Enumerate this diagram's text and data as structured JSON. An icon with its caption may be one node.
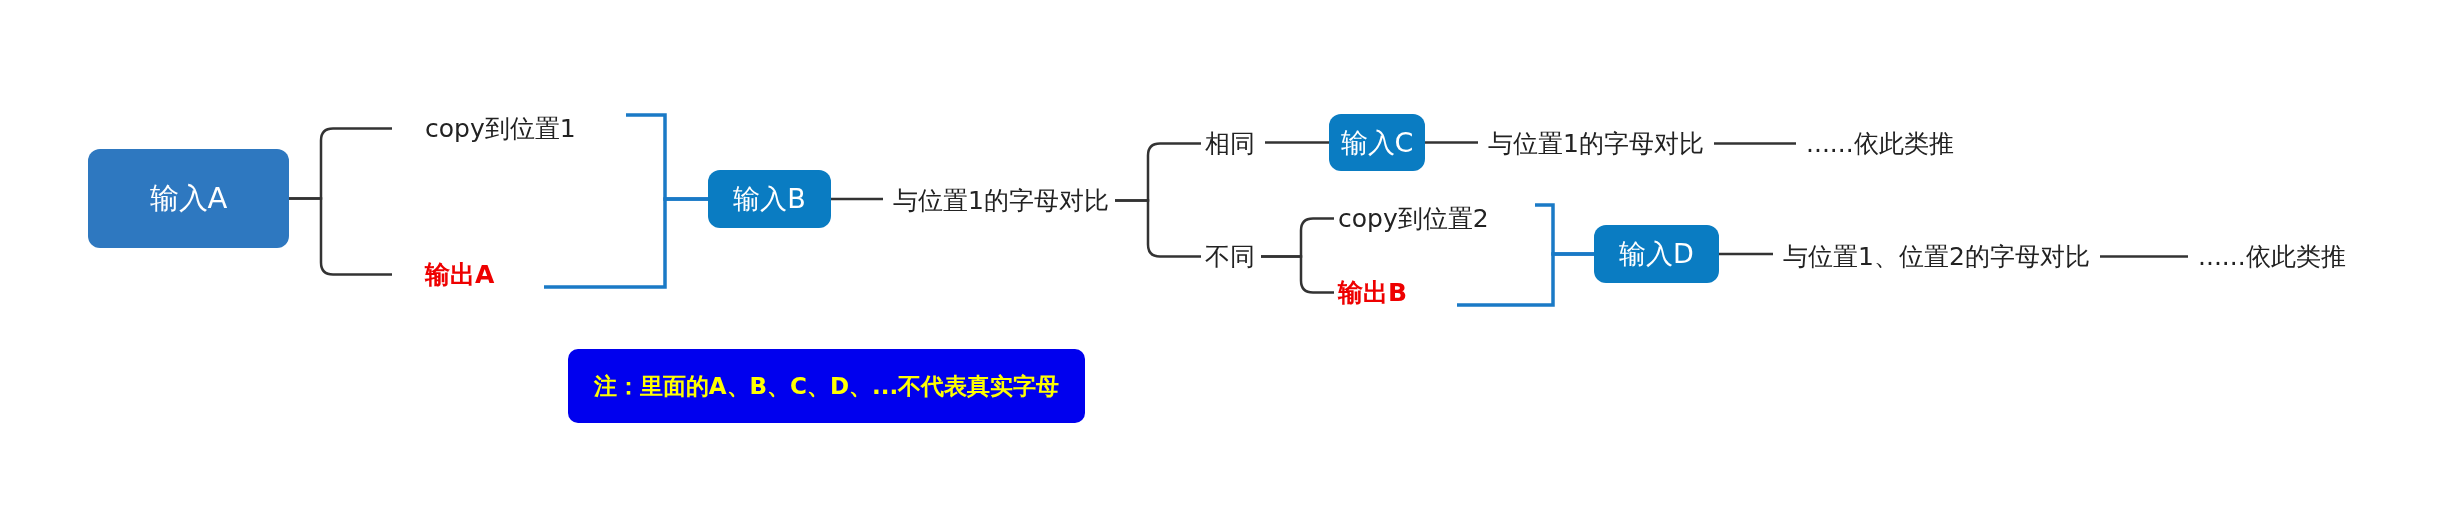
{
  "diagram": {
    "nodes": [
      {
        "text": [
          "输入A"
        ]
      },
      {
        "text": [
          "copy到位置1"
        ]
      },
      {
        "text": [
          "输出A"
        ]
      },
      {
        "text": [
          "输入B"
        ]
      },
      {
        "text": [
          "与位置1的字母对比"
        ]
      },
      {
        "text": [
          "相同"
        ]
      },
      {
        "text": [
          "输入C"
        ]
      },
      {
        "text": [
          "与位置1的字母对比"
        ]
      },
      {
        "text": [
          "......依此类推"
        ]
      },
      {
        "text": [
          "不同"
        ]
      },
      {
        "text": [
          "copy到位置2"
        ]
      },
      {
        "text": [
          "输出B"
        ]
      },
      {
        "text": [
          "输入D"
        ]
      },
      {
        "text": [
          "与位置1、位置2的字母对比"
        ]
      },
      {
        "text": [
          "......依此类推"
        ]
      },
      {
        "text": [
          "注：里面的A、B、C、D、...不代表真实字母"
        ]
      }
    ],
    "edges": [
      {
        "from": 0,
        "to": 1,
        "arrow": "none"
      },
      {
        "from": 0,
        "to": 2,
        "arrow": "none"
      },
      {
        "from": 1,
        "to": 3,
        "arrow": "none",
        "color": "#1a7ac6"
      },
      {
        "from": 2,
        "to": 3,
        "arrow": "none",
        "color": "#1a7ac6"
      },
      {
        "from": 3,
        "to": 4,
        "arrow": "none"
      },
      {
        "from": 4,
        "to": 5,
        "arrow": "none"
      },
      {
        "from": 4,
        "to": 9,
        "arrow": "none"
      },
      {
        "from": 5,
        "to": 6,
        "arrow": "none"
      },
      {
        "from": 6,
        "to": 7,
        "arrow": "none"
      },
      {
        "from": 7,
        "to": 8,
        "arrow": "none"
      },
      {
        "from": 9,
        "to": 10,
        "arrow": "none"
      },
      {
        "from": 9,
        "to": 11,
        "arrow": "none"
      },
      {
        "from": 10,
        "to": 12,
        "arrow": "none",
        "color": "#1a7ac6"
      },
      {
        "from": 11,
        "to": 12,
        "arrow": "none",
        "color": "#1a7ac6"
      },
      {
        "from": 12,
        "to": 13,
        "arrow": "none"
      },
      {
        "from": 13,
        "to": 14,
        "arrow": "none"
      }
    ]
  }
}
